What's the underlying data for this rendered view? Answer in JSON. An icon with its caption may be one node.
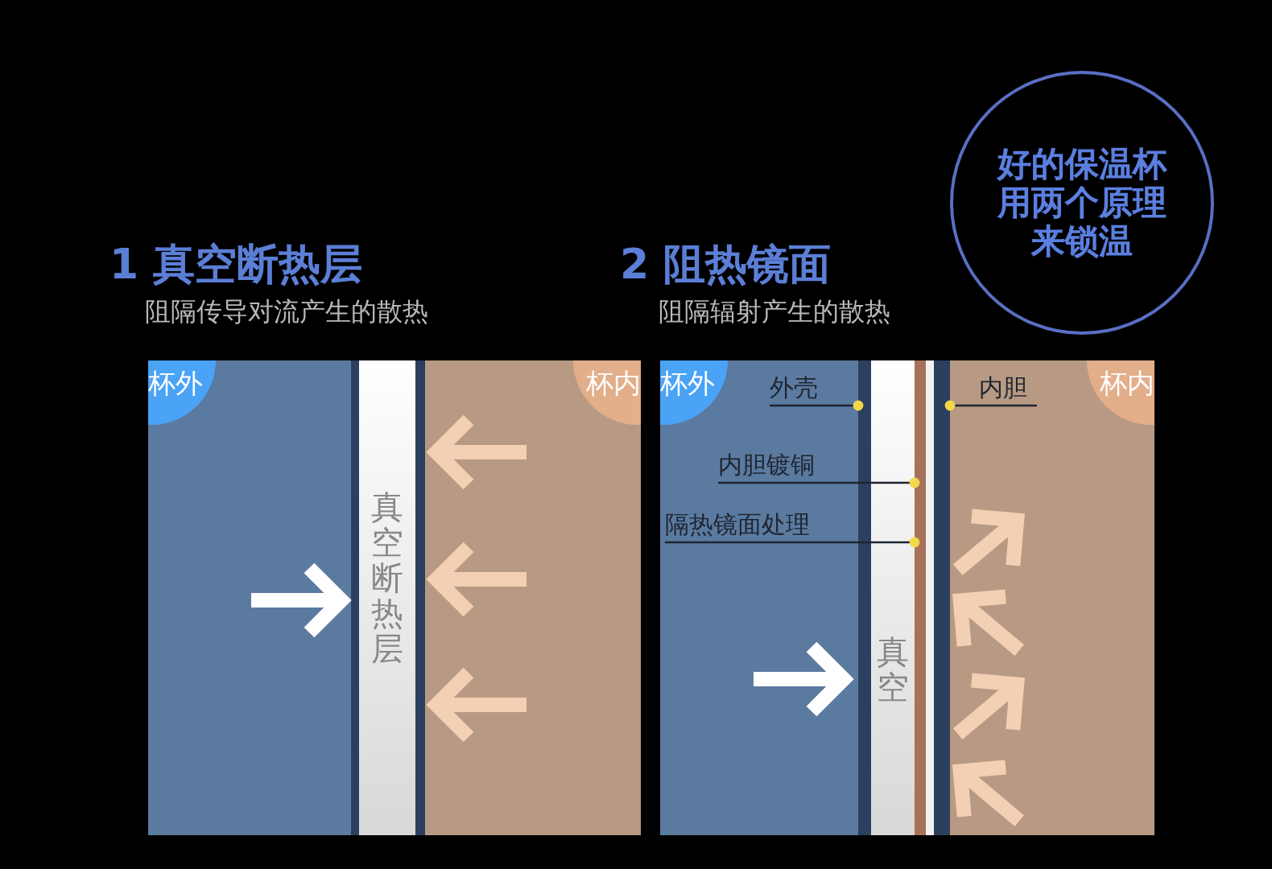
{
  "diagram": {
    "nodes": [
      {
        "text": [
          "好的保温杯用两个原理来锁温"
        ]
      },
      {
        "text": [
          "杯外"
        ]
      },
      {
        "text": [
          "杯内"
        ]
      },
      {
        "text": [
          "真空断热层"
        ]
      },
      {
        "text": [
          "杯外"
        ]
      },
      {
        "text": [
          "外壳"
        ]
      },
      {
        "text": [
          "内胆"
        ]
      },
      {
        "text": [
          "杯内"
        ]
      },
      {
        "text": [
          "内胆镀铜"
        ]
      },
      {
        "text": [
          "隔热镜面处理"
        ]
      },
      {
        "text": [
          "真空"
        ]
      },
      {
        "text": [],
        "shape": "bar"
      },
      {
        "text": [],
        "shape": "bar"
      },
      {
        "text": [],
        "shape": "bar"
      }
    ],
    "edges": [
      {
        "from": 5,
        "to": 11,
        "arrow": "other"
      },
      {
        "from": 6,
        "to": 13,
        "arrow": "other"
      },
      {
        "from": 8,
        "to": 12,
        "arrow": "other"
      },
      {
        "from": 9,
        "to": 12,
        "arrow": "other"
      }
    ],
    "labels": [
      "1 真空断热层",
      "阻隔传导对流产生的散热",
      "2 阻热镜面",
      "阻隔辐射产生的散热"
    ]
  }
}
